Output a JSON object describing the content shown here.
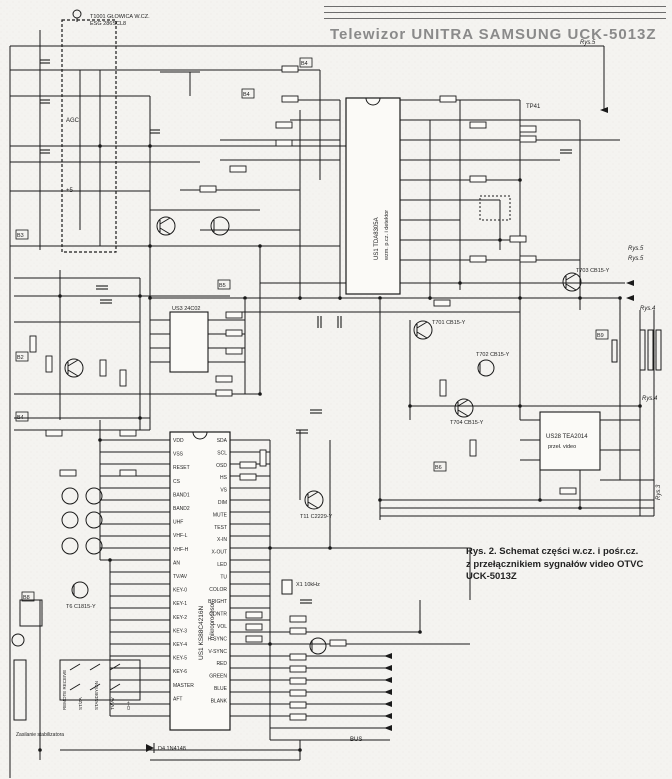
{
  "header": {
    "title": "Telewizor UNITRA SAMSUNG UCK-5013Z"
  },
  "caption": {
    "lines": [
      "Rys. 2. Schemat części w.cz. i pośr.cz.",
      "z przełącznikiem sygnałów video OTVC",
      "UCK-5013Z"
    ]
  },
  "components": {
    "ic1": {
      "label": "US1 KS88C4216N",
      "sub": "mikroprocesor"
    },
    "ic2": {
      "label": "US1 TDA8305A",
      "sub": "wzm. p.cz. i detektor"
    },
    "ic3": {
      "label": "US3 24C02"
    },
    "ic4": {
      "label": "US28 TEA2014",
      "sub": "przeł. video"
    },
    "tuner": {
      "label": "T1001 GŁOWICA W.CZ.",
      "sub": "ESG 286SCL8"
    },
    "crystal": {
      "label": "X1 10kHz"
    },
    "diode": {
      "label": "D4 1N4148"
    }
  },
  "labels": {
    "rys5_top": "Rys.5",
    "rys5_right1": "Rys.5",
    "rys5_right2": "Rys.5",
    "rys4_right1": "Rys.4",
    "rys4_right2": "Rys.4",
    "rys3_right": "Rys.3",
    "b4a": "B4",
    "b4b": "B4",
    "b4c": "B4",
    "b2": "B2",
    "b3": "B3",
    "b5": "B5",
    "b6": "B6",
    "b8": "B8",
    "b9": "B9",
    "tp41": "TP41",
    "agc": "AGC",
    "ifp": "+5",
    "t701": "T701 CB15-Y",
    "t702": "T702 CB15-Y",
    "t703": "T703 CB15-Y",
    "t704": "T704 CB15-Y",
    "t6": "T6 C1815-Y",
    "t11": "T11 C2229-Y",
    "bus": "BUS",
    "pin_names_left": [
      "VDD",
      "VSS",
      "RESET",
      "CS",
      "BAND1",
      "BAND2",
      "UHF",
      "VHF-L",
      "VHF-H",
      "AN",
      "TV/AV",
      "KEY-0",
      "KEY-1",
      "KEY-2",
      "KEY-3",
      "KEY-4",
      "KEY-5",
      "KEY-6",
      "MASTER",
      "AFT"
    ],
    "pin_names_right": [
      "SDA",
      "SCL",
      "OSD",
      "HS",
      "VS",
      "DIM",
      "MUTE",
      "TEST",
      "X-IN",
      "X-OUT",
      "LED",
      "TU",
      "COLOR",
      "BRIGHT",
      "CONTR",
      "VOL",
      "H-SYNC",
      "V-SYNC",
      "RED",
      "GREEN",
      "BLUE",
      "BLANK"
    ],
    "bottom_switches": [
      "REMOTE RECEIVE",
      "ST/ZA",
      "STANDBY/ON",
      "TV/AV",
      "CH+"
    ],
    "bottom_left_note": "Zasilanie stabilizatora"
  }
}
